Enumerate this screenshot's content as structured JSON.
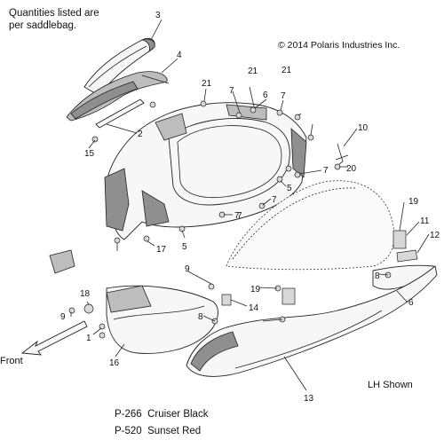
{
  "header": {
    "note_line1": "Quantities listed are",
    "note_line2": "per saddlebag.",
    "copyright": "© 2014 Polaris Industries Inc."
  },
  "view_label": "LH Shown",
  "direction_label": "Front",
  "part_numbers": [
    {
      "code": "P-266",
      "color": "Cruiser Black"
    },
    {
      "code": "P-520",
      "color": "Sunset Red"
    }
  ],
  "callouts": [
    "3",
    "4",
    "2",
    "15",
    "21",
    "7",
    "6",
    "21",
    "7",
    "21",
    "10",
    "20",
    "7",
    "5",
    "7",
    "7",
    "5",
    "7",
    "17",
    "19",
    "11",
    "12",
    "8",
    "6",
    "9",
    "18",
    "9",
    "14",
    "19",
    "8",
    "1",
    "16",
    "13"
  ],
  "colors": {
    "line": "#222222",
    "fill": "#f7f7f7",
    "shade": "#8f8f8f"
  }
}
